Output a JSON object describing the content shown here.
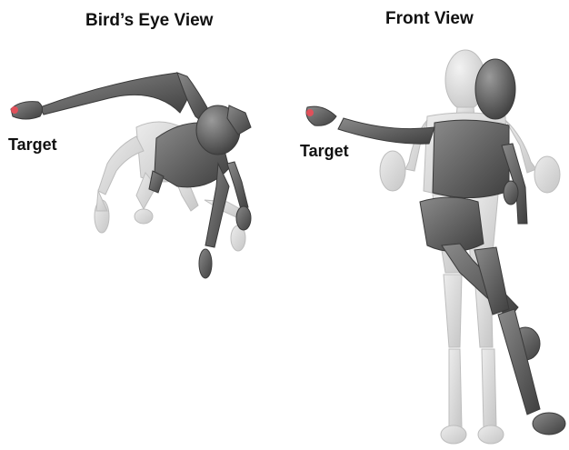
{
  "panels": {
    "left": {
      "title": "Bird’s Eye View",
      "target_label": "Target"
    },
    "right": {
      "title": "Front View",
      "target_label": "Target"
    }
  },
  "colors": {
    "background": "#ffffff",
    "active_figure": "#5c5c5c",
    "ghost_figure": "#d7d7d7",
    "target_marker": "#e0505a"
  }
}
